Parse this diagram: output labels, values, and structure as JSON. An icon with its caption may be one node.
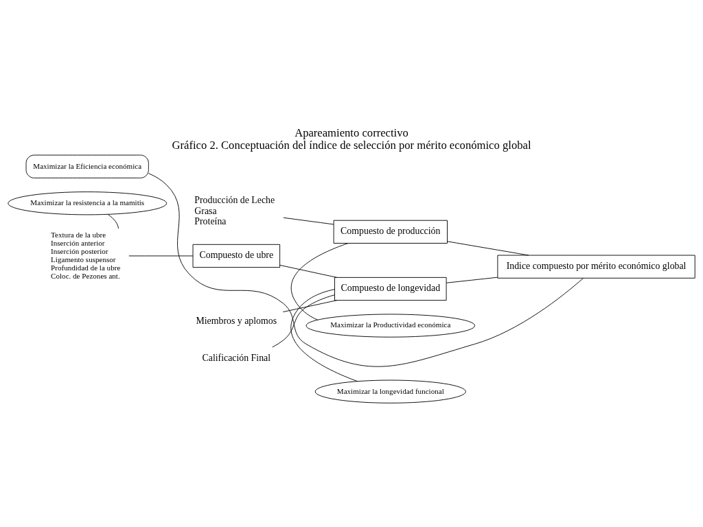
{
  "diagram": {
    "title": "Apareamiento correctivo",
    "caption": "Gráfico 2. Conceptuación del índice de selección por mérito económico global",
    "nodes": [
      {
        "text": [
          "Textura de la ubre",
          "Inserción anterior",
          "Inserción posterior",
          "Ligamento suspensor",
          "Profundidad de la ubre",
          "Coloc. de Pezones ant."
        ]
      },
      {
        "text": [
          "Miembros y aplomos"
        ]
      },
      {
        "text": [
          "Calificación Final"
        ]
      },
      {
        "text": [
          "Compuesto de ubre"
        ]
      },
      {
        "text": [
          "Compuesto de longevidad"
        ]
      },
      {
        "text": [
          "Maximizar la longevidad funcional"
        ]
      },
      {
        "text": [
          "Maximizar la resistencia a la mamitis"
        ]
      },
      {
        "text": [
          "Producción de Leche",
          "Grasa",
          "Proteína"
        ]
      },
      {
        "text": [
          "Compuesto de producción"
        ]
      },
      {
        "text": [
          "Maximizar la Productividad económica"
        ]
      },
      {
        "text": [
          "Indice compuesto por mérito económico global"
        ]
      },
      {
        "text": [
          "Maximizar la Eficiencia económica"
        ]
      }
    ],
    "edges": [
      {
        "from": 0,
        "to": 3,
        "arrow": "none"
      },
      {
        "from": 1,
        "to": 4,
        "arrow": "none"
      },
      {
        "from": 2,
        "to": 4,
        "arrow": "none"
      },
      {
        "from": 3,
        "to": 4,
        "arrow": "none"
      },
      {
        "from": 5,
        "to": 4,
        "arrow": "none"
      },
      {
        "from": 6,
        "to": 0,
        "arrow": "none"
      },
      {
        "from": 7,
        "to": 8,
        "arrow": "none"
      },
      {
        "from": 9,
        "to": 8,
        "arrow": "none"
      },
      {
        "from": 4,
        "to": 10,
        "arrow": "none"
      },
      {
        "from": 8,
        "to": 10,
        "arrow": "none"
      },
      {
        "from": 11,
        "to": 10,
        "arrow": "none"
      }
    ]
  }
}
